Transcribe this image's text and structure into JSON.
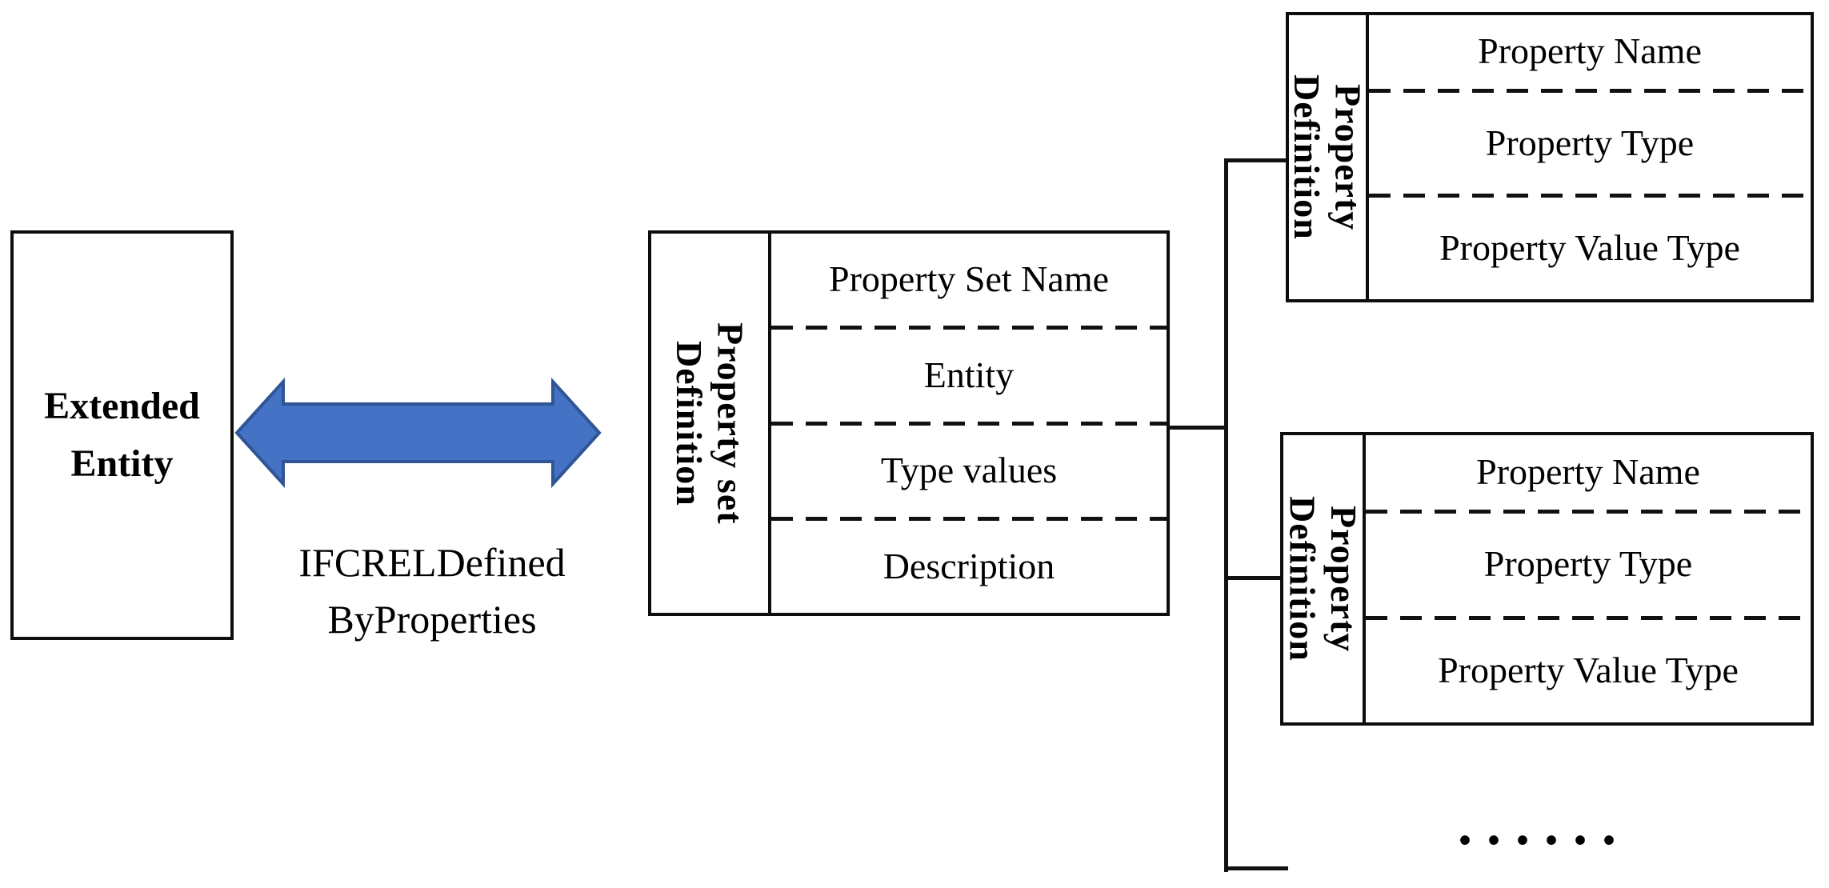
{
  "diagram": {
    "extended_entity": {
      "label_line1": "Extended",
      "label_line2": "Entity"
    },
    "relationship": {
      "label_line1": "IFCRELDefined",
      "label_line2": "ByProperties",
      "arrow_fill_color": "#4472C4",
      "arrow_border_color": "#2F5597"
    },
    "property_set": {
      "side_label_line1": "Property set",
      "side_label_line2": "Definition",
      "rows": [
        "Property Set Name",
        "Entity",
        "Type values",
        "Description"
      ]
    },
    "property_definitions": [
      {
        "side_label_line1": "Property",
        "side_label_line2": "Definition",
        "rows": [
          "Property Name",
          "Property Type",
          "Property Value Type"
        ]
      },
      {
        "side_label_line1": "Property",
        "side_label_line2": "Definition",
        "rows": [
          "Property Name",
          "Property Type",
          "Property Value Type"
        ]
      }
    ],
    "ellipsis": "......",
    "line_color": "#111111"
  }
}
